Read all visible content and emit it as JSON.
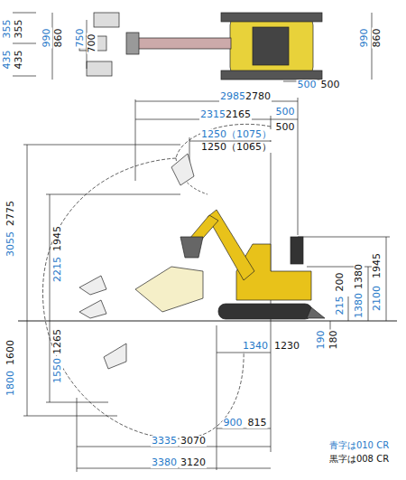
{
  "diagram": {
    "labels": [
      "355",
      "355",
      "435",
      "435",
      "990",
      "860",
      "750",
      "700",
      "990",
      "860",
      "500",
      "500",
      "2985",
      "2780",
      "2315",
      "2165",
      "500",
      "500",
      "1250（1075）",
      "1250（1065）",
      "3055",
      "2775",
      "2215",
      "1945",
      "2100",
      "1945",
      "1380",
      "1380",
      "215",
      "200",
      "190",
      "180",
      "1340",
      "1230",
      "1800",
      "1600",
      "1550",
      "1265",
      "900",
      "815",
      "3335",
      "3070",
      "3380",
      "3120",
      "青字は010 CR",
      "黒字は008 CR"
    ]
  }
}
